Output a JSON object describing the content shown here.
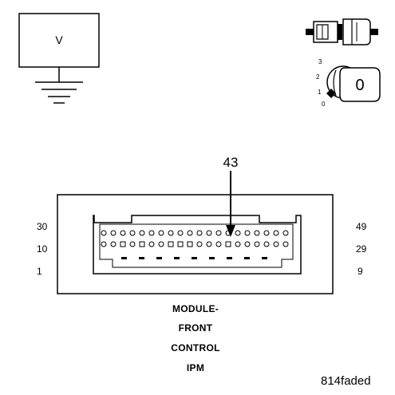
{
  "meter": {
    "label": "V"
  },
  "key_switch": {
    "positions": [
      "3",
      "2",
      "1",
      "0"
    ],
    "key_label": "0"
  },
  "connector": {
    "pin_callout": "43",
    "left_pin_labels": [
      "30",
      "10",
      "1"
    ],
    "right_pin_labels": [
      "49",
      "29",
      "9"
    ],
    "caption": [
      "MODULE-",
      "FRONT",
      "CONTROL",
      "IPM"
    ]
  },
  "figure_id": "814faded"
}
